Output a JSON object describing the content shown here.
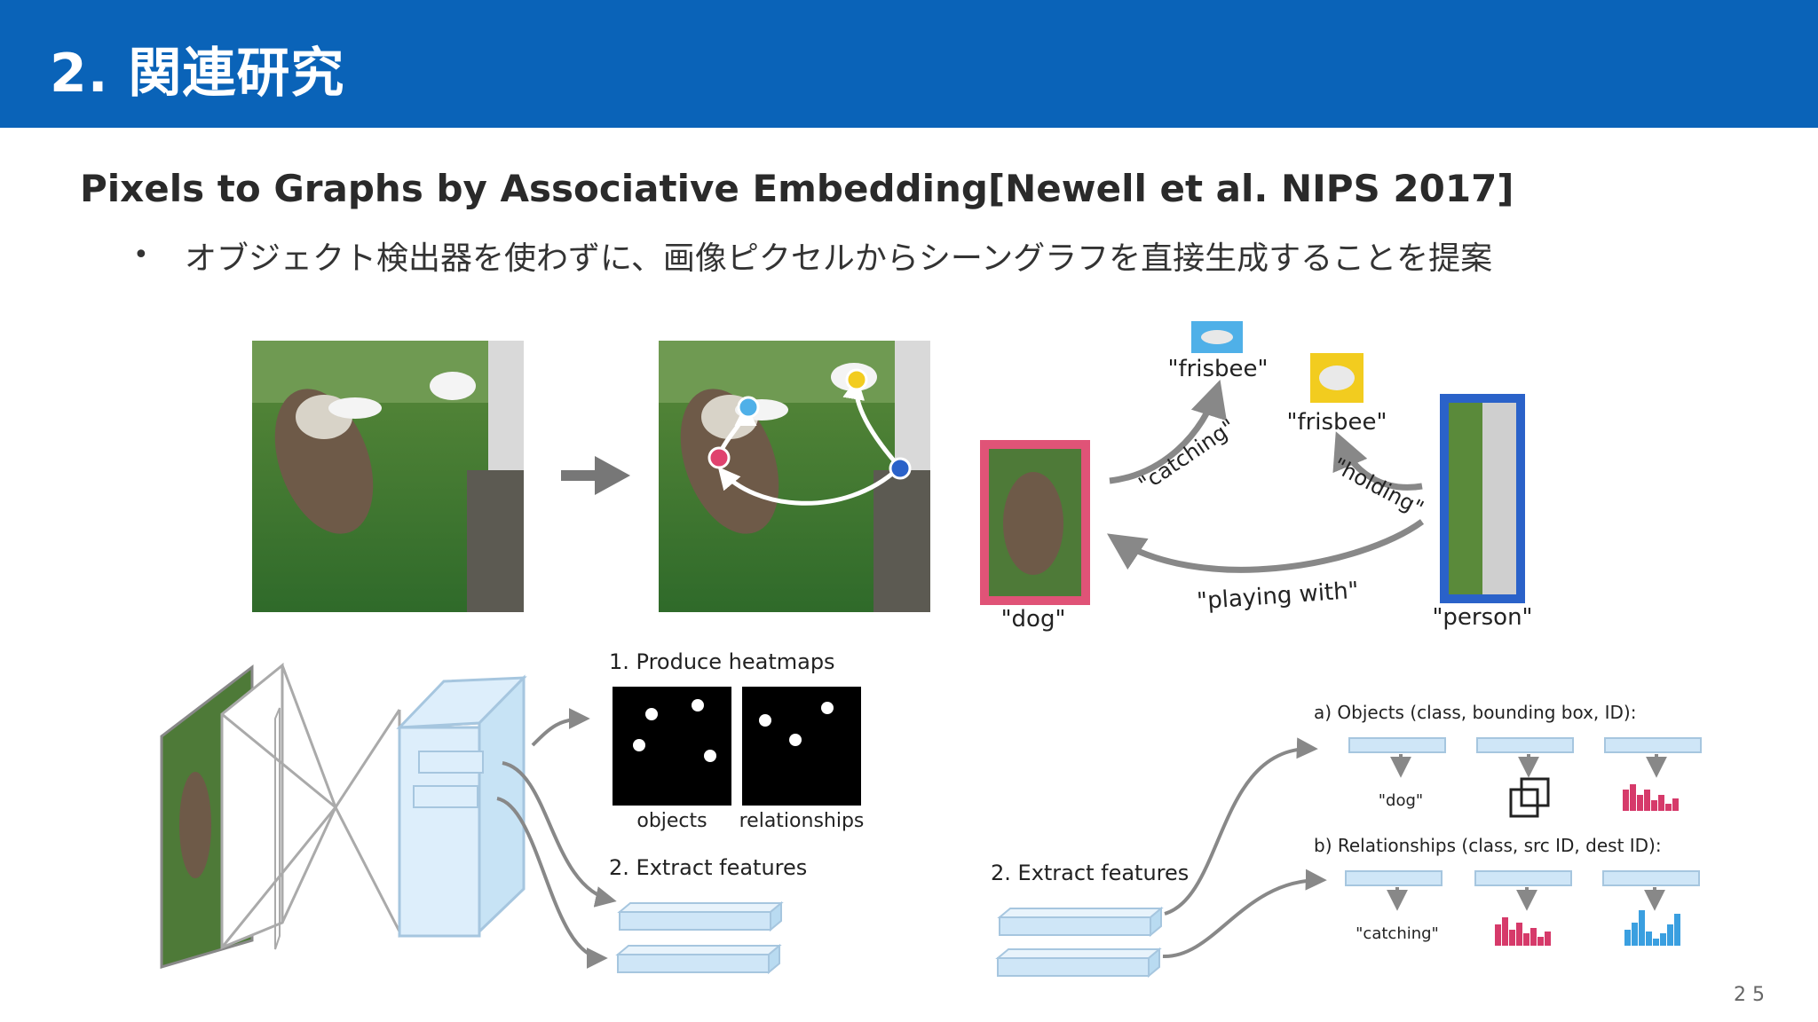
{
  "header": {
    "title": "2. 関連研究"
  },
  "subtitle": "Pixels to Graphs by Associative Embedding[Newell et al. NIPS 2017]",
  "bullets": [
    {
      "marker": "•",
      "text": "オブジェクト検出器を使わずに、画像ピクセルからシーングラフを直接生成することを提案"
    }
  ],
  "figure": {
    "nodes": {
      "frisbee_top": "\"frisbee\"",
      "frisbee_mid": "\"frisbee\"",
      "dog": "\"dog\"",
      "person": "\"person\""
    },
    "edges": {
      "catching": "\"catching\"",
      "holding": "\"holding\"",
      "playing_with": "\"playing with\""
    },
    "heatmaps": {
      "title": "1. Produce heatmaps",
      "objects": "objects",
      "relationships": "relationships"
    },
    "extract_features_left": "2. Extract features",
    "extract_features_right": "2. Extract features",
    "objects_heading": "a) Objects (class, bounding box, ID):",
    "relationships_heading": "b) Relationships (class, src ID, dest ID):",
    "object_class_value": "\"dog\"",
    "relationship_class_value": "\"catching\""
  },
  "colors": {
    "header": "#0a63b8",
    "dog_box": "#e05377",
    "person_box": "#2a62c9",
    "frisbee_box": "#f2cc1f",
    "feature_bar": "#cfe6f7",
    "histogram_red": "#d63a6a",
    "histogram_blue": "#3a9fe0"
  },
  "page_number": "2 5"
}
